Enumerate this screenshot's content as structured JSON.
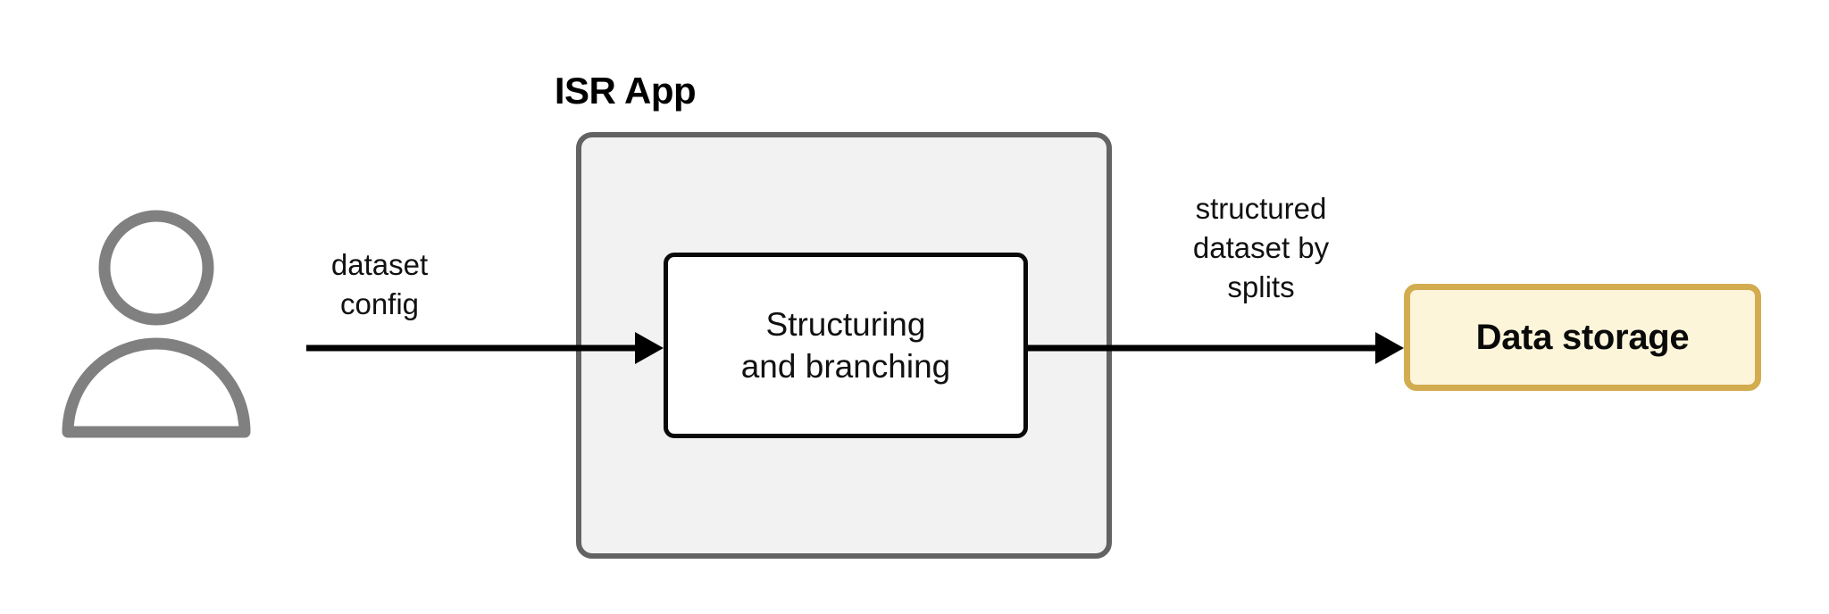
{
  "diagram": {
    "type": "flow",
    "background_color": "#ffffff",
    "actor": {
      "icon": "user-person-icon",
      "color": "#808080",
      "label": ""
    },
    "group": {
      "title": "ISR App",
      "fill_color": "#f2f2f2",
      "border_color": "#636363"
    },
    "process": {
      "line1": "Structuring",
      "line2": "and branching",
      "fill_color": "#ffffff",
      "border_color": "#0a0a0a"
    },
    "storage": {
      "label": "Data storage",
      "fill_color": "#fdf5da",
      "border_color": "#d2ac4f"
    },
    "edges": [
      {
        "name": "user-to-process",
        "label_line1": "dataset",
        "label_line2": "config",
        "color": "#000000"
      },
      {
        "name": "process-to-storage",
        "label_line1": "structured",
        "label_line2": "dataset by",
        "label_line3": "splits",
        "color": "#000000"
      }
    ]
  }
}
